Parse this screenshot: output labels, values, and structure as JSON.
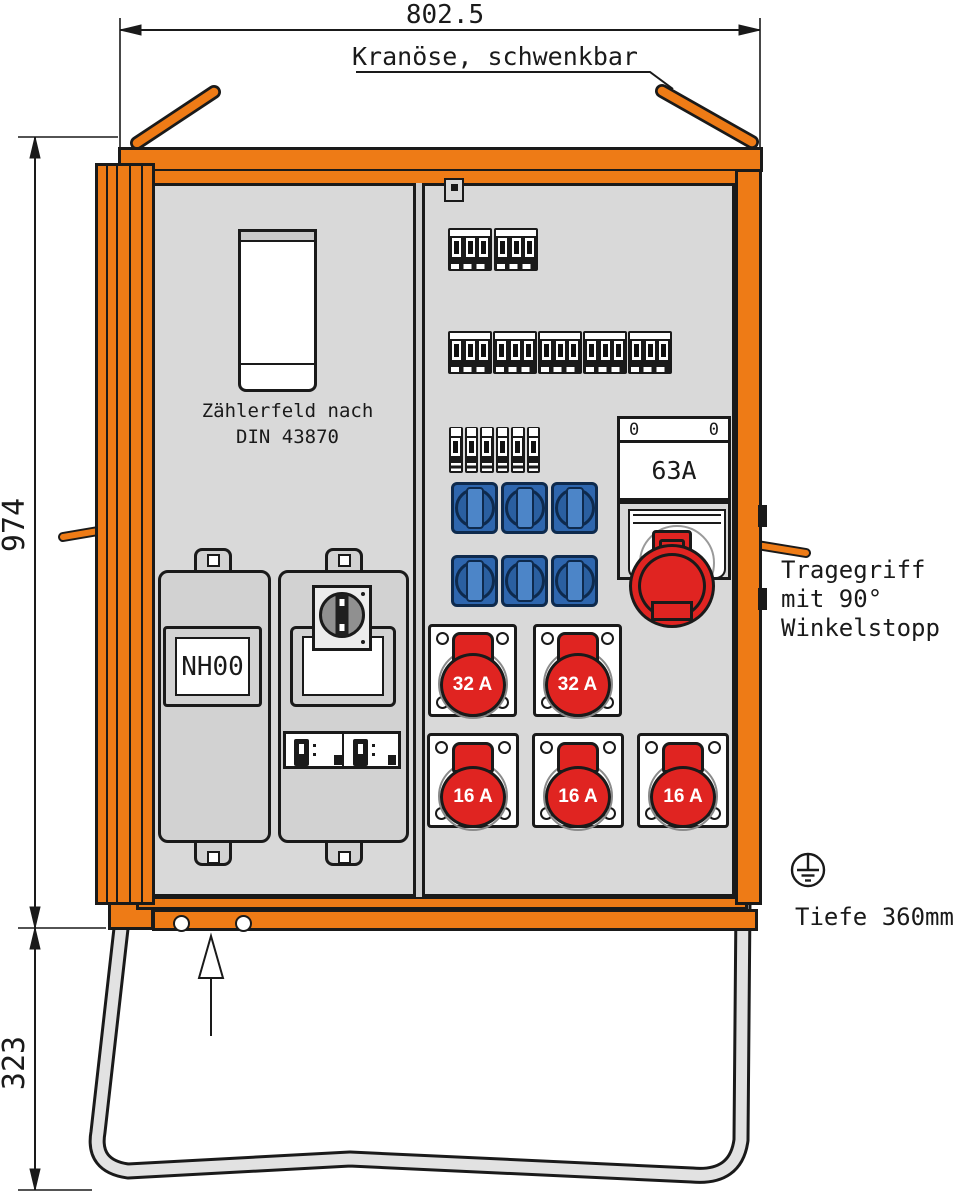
{
  "drawing": {
    "dimensions": {
      "width": "802.5",
      "height": "974",
      "base_height": "323",
      "depth": "Tiefe 360mm"
    },
    "annotations": {
      "crane": "Kranöse, schwenkbar",
      "meter_line1": "Zählerfeld nach",
      "meter_line2": "DIN 43870",
      "handle_line1": "Tragegriff",
      "handle_line2": "mit 90°",
      "handle_line3": "Winkelstopp"
    },
    "components": {
      "nh_fuse_label": "NH00",
      "main_switch": {
        "rating": "63A",
        "pos_left": "0",
        "pos_right": "0"
      },
      "cee_sockets": {
        "s32_1": "32 A",
        "s32_2": "32 A",
        "s16_1": "16 A",
        "s16_2": "16 A",
        "s16_3": "16 A"
      },
      "schuko_count": 6,
      "breaker_rows": [
        {
          "blocks": 2,
          "poles": 3
        },
        {
          "blocks": 5,
          "poles": 3
        },
        {
          "blocks": 6,
          "poles": 1
        }
      ]
    },
    "colors": {
      "cabinet_orange": "#ee7b16",
      "panel_gray": "#d9d9d9",
      "socket_blue": "#2e66ae",
      "socket_red": "#e02421",
      "line": "#1a1a1a"
    }
  }
}
